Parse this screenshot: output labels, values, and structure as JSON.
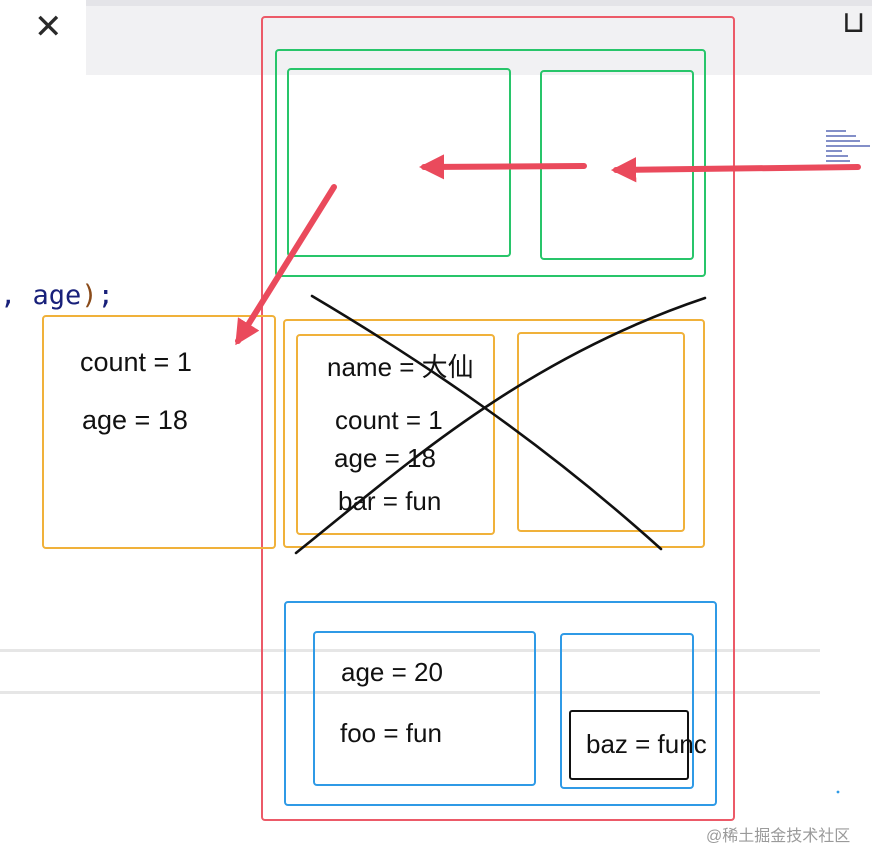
{
  "code": {
    "prefix": ", ",
    "identifier": "age",
    "paren": ")",
    "semicolon": ";"
  },
  "left_box": {
    "line1": "count = 1",
    "line2": "age = 18"
  },
  "yellow_box": {
    "name": "name = 大仙",
    "count": "count = 1",
    "age": "age = 18",
    "bar": "bar = fun"
  },
  "blue_box": {
    "age": "age = 20",
    "foo": "foo = fun",
    "baz": "baz = func"
  },
  "watermark": "@稀土掘金技术社区",
  "icons": {
    "close": "✕",
    "layout": "⊔"
  },
  "colors": {
    "outer": "#ec5a68",
    "green": "#28c56a",
    "yellow": "#f0b13a",
    "blue": "#2f9ae6",
    "arrow": "#ea4a5c"
  }
}
